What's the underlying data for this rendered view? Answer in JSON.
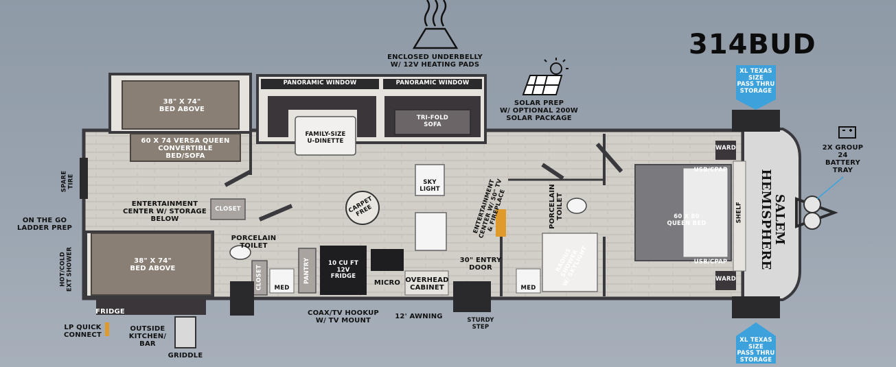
{
  "model": "314BUD",
  "brand": "SALEM HEMISPHERE",
  "features": {
    "underbelly": "ENCLOSED UNDERBELLY\nW/ 12V HEATING PADS",
    "solar": "SOLAR PREP\nW/ OPTIONAL 200W\nSOLAR PACKAGE",
    "battery": "2X GROUP 24\nBATTERY\nTRAY",
    "storage_top": "XL TEXAS SIZE\nPASS THRU\nSTORAGE",
    "storage_bottom": "XL TEXAS SIZE\nPASS THRU\nSTORAGE"
  },
  "rooms": {
    "bed_above_top": "38\" X 74\"\nBED ABOVE",
    "versa_queen": "60 X 74 VERSA QUEEN\nCONVERTIBLE\nBED/SOFA",
    "bed_above_bottom": "38\" X 74\"\nBED ABOVE",
    "entertainment_left": "ENTERTAINMENT\nCENTER W/ STORAGE\nBELOW",
    "closet_1": "CLOSET",
    "closet_2": "CLOSET",
    "porcelain_toilet_1": "PORCELAIN\nTOILET",
    "porcelain_toilet_2": "PORCELAIN\nTOILET",
    "med_1": "MED",
    "med_2": "MED",
    "pantry": "PANTRY",
    "fridge_inside": "10 CU FT\n12V\nFRIDGE",
    "micro": "MICRO",
    "overhead_cabinet": "OVERHEAD\nCABINET",
    "entry_door": "30\" ENTRY\nDOOR",
    "panoramic_1": "PANORAMIC WINDOW",
    "panoramic_2": "PANORAMIC WINDOW",
    "dinette": "FAMILY-SIZE\nU-DINETTE",
    "sofa": "TRI-FOLD\nSOFA",
    "skylight": "SKY\nLIGHT",
    "carpet_free": "CARPET\nFREE",
    "entertainment_right": "ENTERTAINMENT\nCENTER W/ 50\" TV\n& FIREPLACE",
    "radius_shower": "RADIUS\nSHOWER\nW/ SKYLIGHT",
    "queen_bed": "60 X 80\nQUEEN BED",
    "usb_top": "USB/CPAP",
    "usb_bottom": "USB/CPAP",
    "ward_top": "WARD",
    "ward_bottom": "WARD",
    "shelf": "SHELF"
  },
  "exterior": {
    "spare_tire": "SPARE\nTIRE",
    "ladder_prep": "ON THE GO\nLADDER PREP",
    "ext_shower": "HOT/COLD\nEXT SHOWER",
    "fridge_outside": "FRIDGE",
    "lp_connect": "LP QUICK\nCONNECT",
    "outside_kitchen": "OUTSIDE\nKITCHEN/\nBAR",
    "griddle": "GRIDDLE",
    "coax": "COAX/TV HOOKUP\nW/ TV MOUNT",
    "awning": "12' AWNING",
    "step": "STURDY\nSTEP"
  },
  "colors": {
    "background": "#9aa4b0",
    "floor": "#cfcac3",
    "slideout": "#8a7f74",
    "dark": "#2a2a2d",
    "storage": "#3da2dc"
  }
}
